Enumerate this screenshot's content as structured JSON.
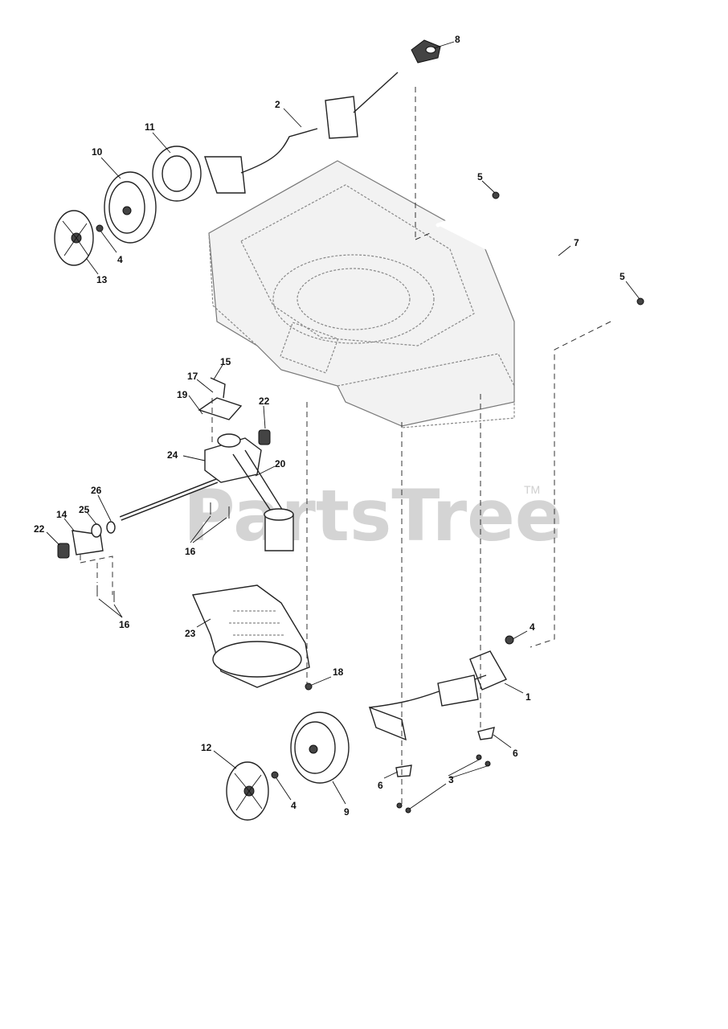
{
  "watermark": {
    "text": "PartsTree",
    "trademark": "TM"
  },
  "callouts": {
    "c1": "1",
    "c2": "2",
    "c3": "3",
    "c4a": "4",
    "c4b": "4",
    "c4c": "4",
    "c5a": "5",
    "c5b": "5",
    "c6a": "6",
    "c6b": "6",
    "c7": "7",
    "c8": "8",
    "c9": "9",
    "c10": "10",
    "c11": "11",
    "c12": "12",
    "c13": "13",
    "c14": "14",
    "c15": "15",
    "c16a": "16",
    "c16b": "16",
    "c17": "17",
    "c18": "18",
    "c19": "19",
    "c20": "20",
    "c22a": "22",
    "c22b": "22",
    "c23": "23",
    "c24": "24",
    "c25": "25",
    "c26": "26"
  }
}
